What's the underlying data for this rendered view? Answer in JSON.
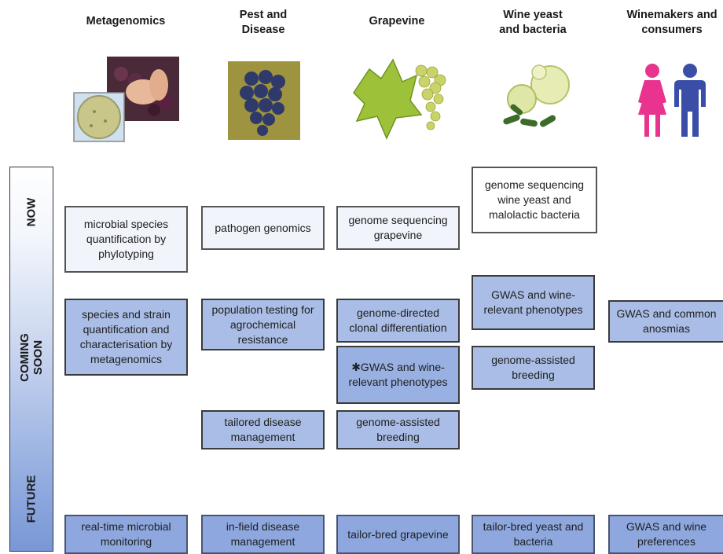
{
  "columns": [
    {
      "header": "Metagenomics"
    },
    {
      "header": "Pest and\nDisease"
    },
    {
      "header": "Grapevine"
    },
    {
      "header": "Wine yeast\nand bacteria"
    },
    {
      "header": "Winemakers and\nconsumers"
    }
  ],
  "phases": {
    "now": "NOW",
    "soon": "COMING\nSOON",
    "future": "FUTURE"
  },
  "boxes": {
    "meta_now": "microbial species quantification by phylotyping",
    "meta_soon": "species and strain quantification and characterisation by metagenomics",
    "meta_future": "real-time microbial monitoring",
    "pest_now": "pathogen genomics",
    "pest_soon": "population testing for agrochemical resistance",
    "pest_soon2": "tailored disease management",
    "pest_future": "in-field disease management",
    "grape_now": "genome sequencing grapevine",
    "grape_soon": "genome-directed clonal differentiation",
    "grape_soon2": "✱GWAS and wine-relevant phenotypes",
    "grape_soon3": "genome-assisted breeding",
    "grape_future": "tailor-bred grapevine",
    "yeast_now": "genome sequencing wine yeast and malolactic bacteria",
    "yeast_soon": "GWAS and wine-relevant phenotypes",
    "yeast_soon2": "genome-assisted breeding",
    "yeast_future": "tailor-bred yeast and bacteria",
    "cons_soon": "GWAS and common anosmias",
    "cons_future": "GWAS and wine preferences"
  },
  "colors": {
    "female_icon": "#e8338f",
    "male_icon": "#3a4ea8"
  }
}
